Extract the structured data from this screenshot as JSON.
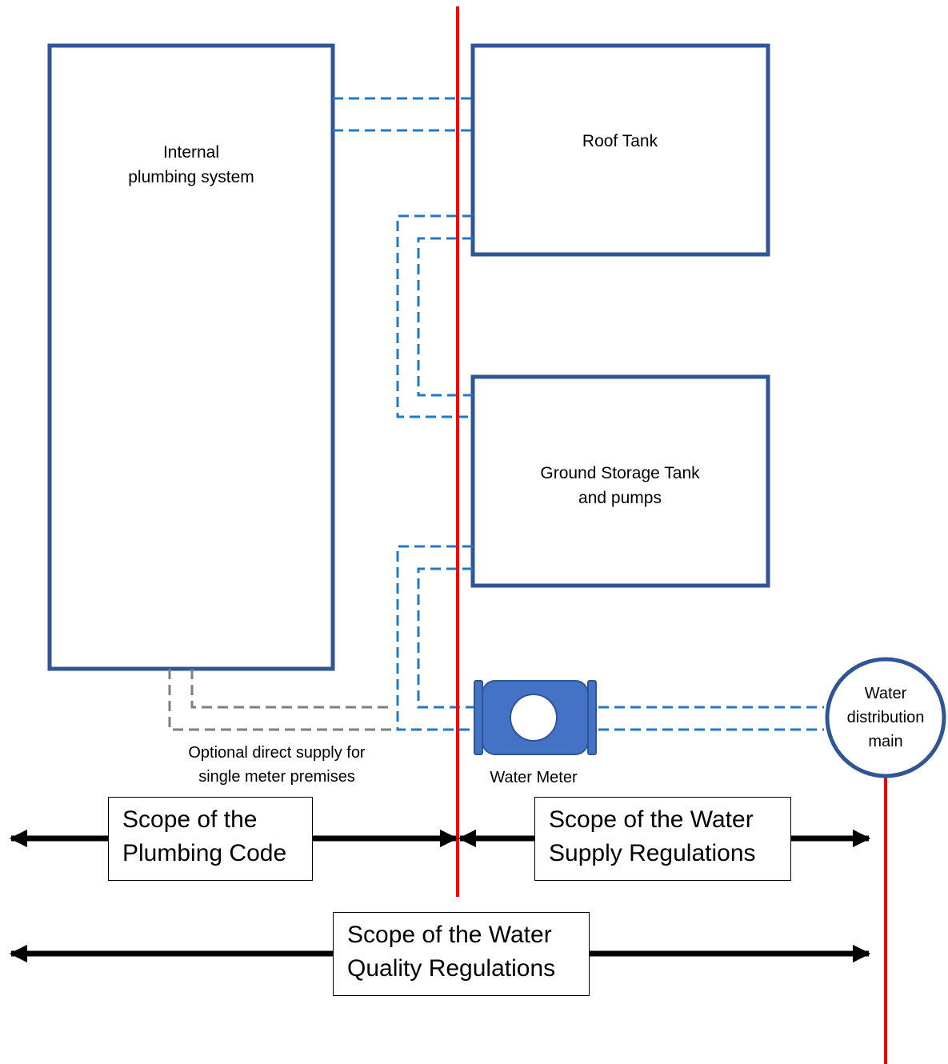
{
  "colors": {
    "box_border": "#2F5597",
    "pipe": "#1F78C8",
    "optional_pipe": "#7F7F7F",
    "boundary_line": "#FF0000",
    "meter_fill": "#4472C4",
    "arrow": "#000000"
  },
  "boxes": {
    "internal_plumbing": {
      "line1": "Internal",
      "line2": "plumbing system"
    },
    "roof_tank": {
      "label": "Roof Tank"
    },
    "ground_tank": {
      "line1": "Ground Storage Tank",
      "line2": "and pumps"
    },
    "distribution_main": {
      "line1": "Water",
      "line2": "distribution",
      "line3": "main"
    }
  },
  "labels": {
    "optional_supply": {
      "line1": "Optional direct supply for",
      "line2": "single meter premises"
    },
    "water_meter": "Water Meter"
  },
  "scopes": {
    "plumbing_code": {
      "line1": "Scope of the",
      "line2": "Plumbing Code"
    },
    "water_supply": {
      "line1": "Scope of the Water",
      "line2": "Supply Regulations"
    },
    "water_quality": {
      "line1": "Scope of the Water",
      "line2": "Quality Regulations"
    }
  }
}
